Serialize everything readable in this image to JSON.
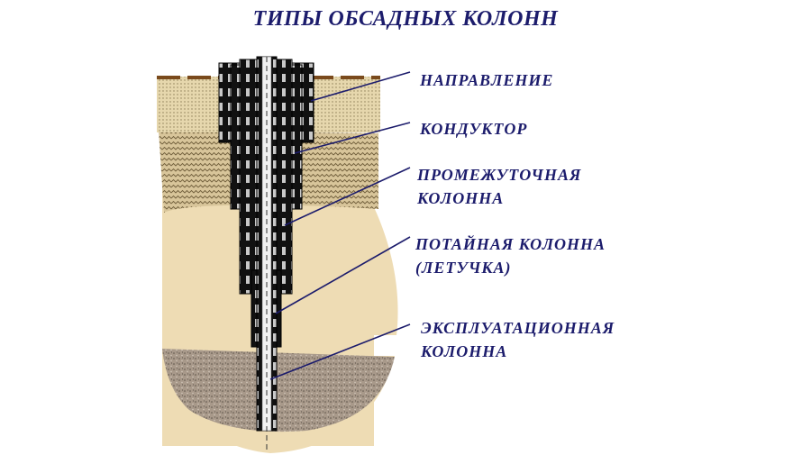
{
  "title": "ТИПЫ ОБСАДНЫХ КОЛОНН",
  "colors": {
    "ink": "#1c1c6c",
    "topsoil": "#e6d7ad",
    "clay": "#d8c59a",
    "sand": "#eedcb4",
    "rock": "#a8998a",
    "pipe": "#111111"
  },
  "labels": [
    {
      "lines": [
        "НАПРАВЛЕНИЕ"
      ]
    },
    {
      "lines": [
        "КОНДУКТОР"
      ]
    },
    {
      "lines": [
        "ПРОМЕЖУТОЧНАЯ",
        "КОЛОННА"
      ]
    },
    {
      "lines": [
        "ПОТАЙНАЯ КОЛОННА",
        "(ЛЕТУЧКА)"
      ]
    },
    {
      "lines": [
        "ЭКСПЛУАТАЦИОННАЯ",
        "КОЛОННА"
      ]
    }
  ]
}
